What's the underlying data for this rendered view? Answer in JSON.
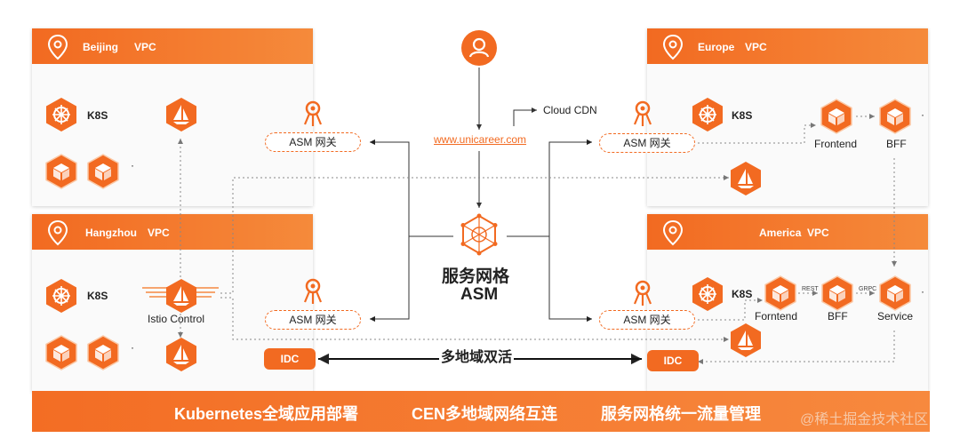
{
  "regions": {
    "beijing": {
      "name": "Beijing",
      "vpc": "VPC"
    },
    "hangzhou": {
      "name": "Hangzhou",
      "vpc": "VPC"
    },
    "europe": {
      "name": "Europe",
      "vpc": "VPC"
    },
    "america": {
      "name": "America",
      "vpc": "VPC"
    }
  },
  "labels": {
    "k8s": "K8S",
    "istio_control": "Istio Control",
    "asm_gateway": "ASM 网关",
    "cloud_cdn": "Cloud CDN",
    "url": "www.unicareer.com",
    "asm_title_line1": "服务网格",
    "asm_title_line2": "ASM",
    "frontend": "Frontend",
    "fornt_end": "Forntend",
    "bff": "BFF",
    "service": "Service",
    "rest": "REST",
    "grpc": "GRPC",
    "idc": "IDC",
    "multi_region": "多地域双活",
    "dot": "·"
  },
  "bottom_bar": {
    "item1": "Kubernetes全域应用部署",
    "item2": "CEN多地域网络互连",
    "item3": "服务网格统一流量管理"
  },
  "watermark": "@稀土掘金技术社区",
  "colors": {
    "accent": "#f26a21",
    "accent_light": "#f58a3b",
    "panel_bg": "#fafafa"
  }
}
